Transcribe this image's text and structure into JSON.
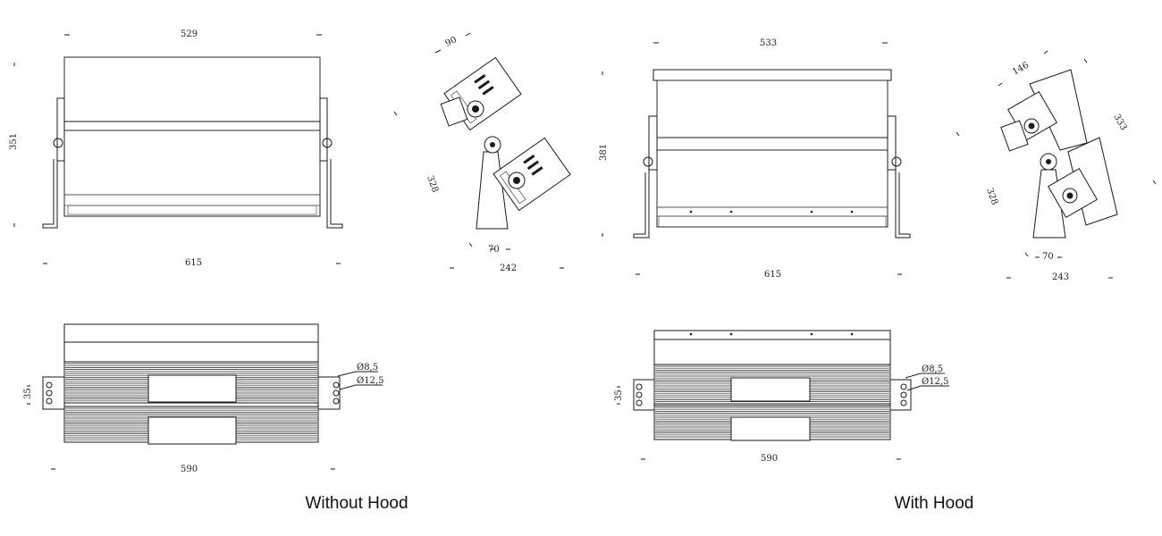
{
  "dimensions": {
    "without_hood": {
      "front_width": "529",
      "front_height": "351",
      "base_width": "615",
      "side_angle": "90",
      "side_length": "328",
      "side_base_inner": "70",
      "side_base_outer": "242",
      "bottom_height": "35",
      "bottom_width": "590",
      "hole_small": "Ø8,5",
      "hole_large": "Ø12,5"
    },
    "with_hood": {
      "front_width": "533",
      "front_height": "381",
      "base_width": "615",
      "side_hood": "146",
      "side_hood_length": "333",
      "side_length": "328",
      "side_base_inner": "70",
      "side_base_outer": "243",
      "bottom_height": "35",
      "bottom_width": "590",
      "hole_small": "Ø8,5",
      "hole_large": "Ø12,5"
    }
  },
  "captions": {
    "without_hood": "Without Hood",
    "with_hood": "With Hood"
  }
}
